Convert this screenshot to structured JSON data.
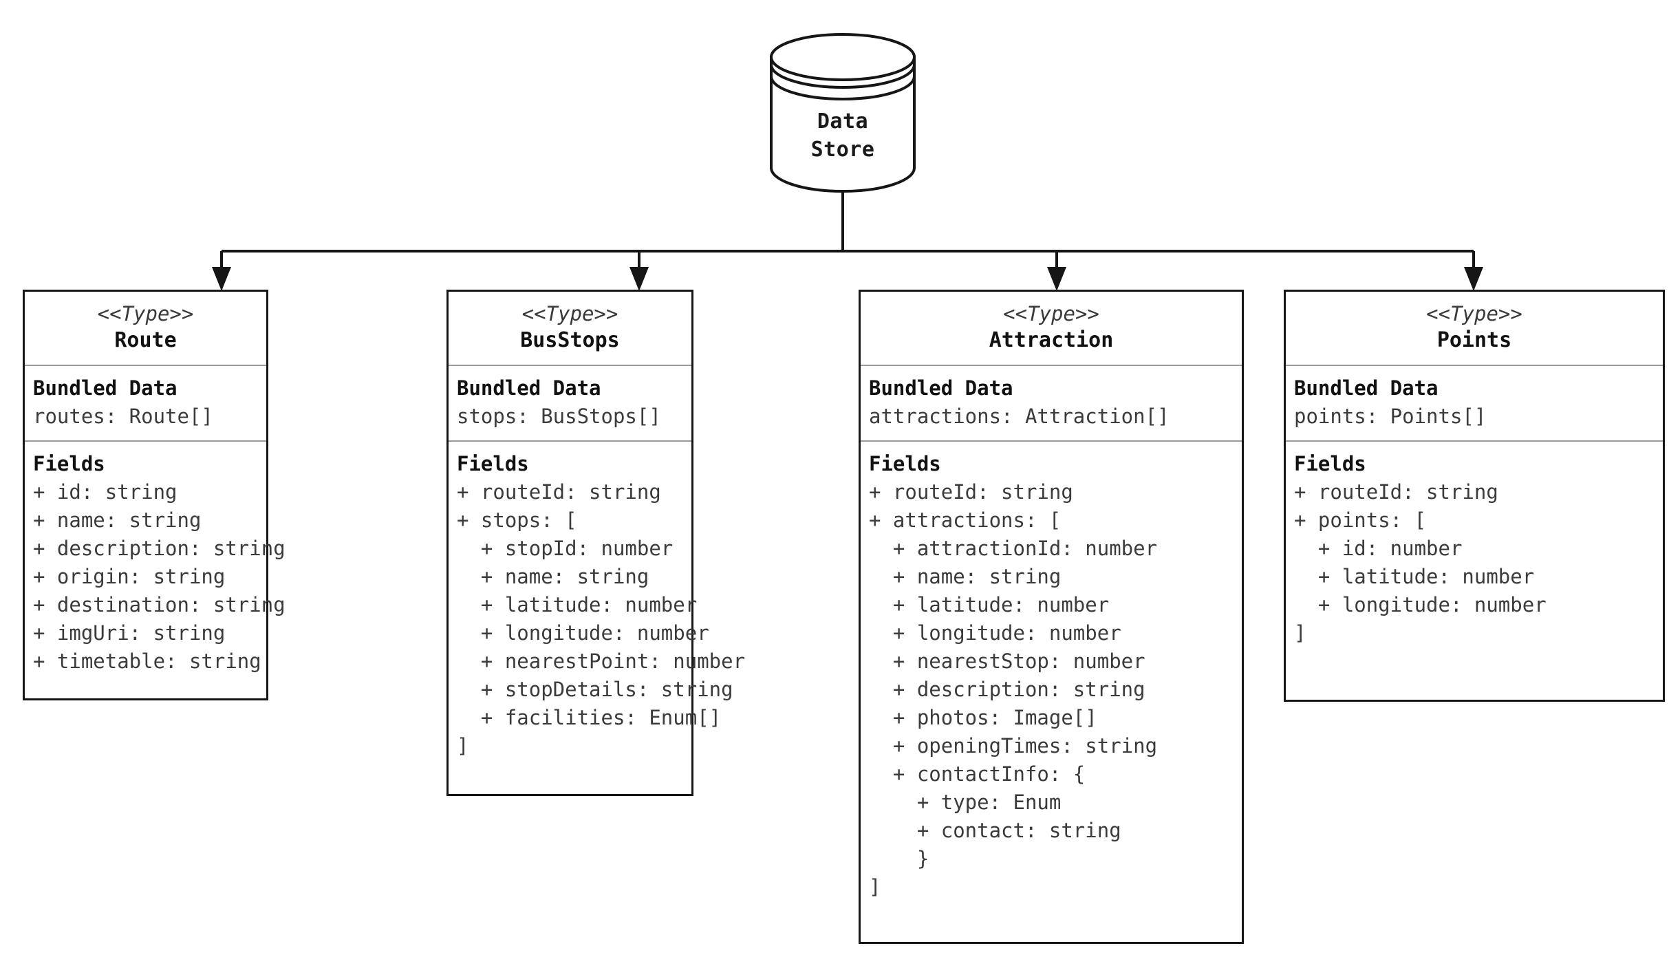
{
  "diagram": {
    "title": "Data Store Type Diagram",
    "background_color": "#ffffff",
    "line_color": "#161616",
    "divider_color": "#9a9a9a"
  },
  "datastore": {
    "icon": "database-cylinder-icon",
    "label_line1": "Data",
    "label_line2": "Store"
  },
  "classes": [
    {
      "stereotype": "<<Type>>",
      "name": "Route",
      "bundled_title": "Bundled Data",
      "bundled_value": "routes: Route[]",
      "fields_title": "Fields",
      "fields": [
        "+ id: string",
        "+ name: string",
        "+ description: string",
        "+ origin: string",
        "+ destination: string",
        "+ imgUri: string",
        "+ timetable: string"
      ]
    },
    {
      "stereotype": "<<Type>>",
      "name": "BusStops",
      "bundled_title": "Bundled Data",
      "bundled_value": "stops: BusStops[]",
      "fields_title": "Fields",
      "fields": [
        "+ routeId: string",
        "+ stops: [",
        "  + stopId: number",
        "  + name: string",
        "  + latitude: number",
        "  + longitude: number",
        "  + nearestPoint: number",
        "  + stopDetails: string",
        "  + facilities: Enum[]",
        "]"
      ]
    },
    {
      "stereotype": "<<Type>>",
      "name": "Attraction",
      "bundled_title": "Bundled Data",
      "bundled_value": "attractions: Attraction[]",
      "fields_title": "Fields",
      "fields": [
        "+ routeId: string",
        "+ attractions: [",
        "  + attractionId: number",
        "  + name: string",
        "  + latitude: number",
        "  + longitude: number",
        "  + nearestStop: number",
        "  + description: string",
        "  + photos: Image[]",
        "  + openingTimes: string",
        "  + contactInfo: {",
        "    + type: Enum",
        "    + contact: string",
        "    }",
        "]"
      ]
    },
    {
      "stereotype": "<<Type>>",
      "name": "Points",
      "bundled_title": "Bundled Data",
      "bundled_value": "points: Points[]",
      "fields_title": "Fields",
      "fields": [
        "+ routeId: string",
        "+ points: [",
        "  + id: number",
        "  + latitude: number",
        "  + longitude: number",
        "]"
      ]
    }
  ]
}
